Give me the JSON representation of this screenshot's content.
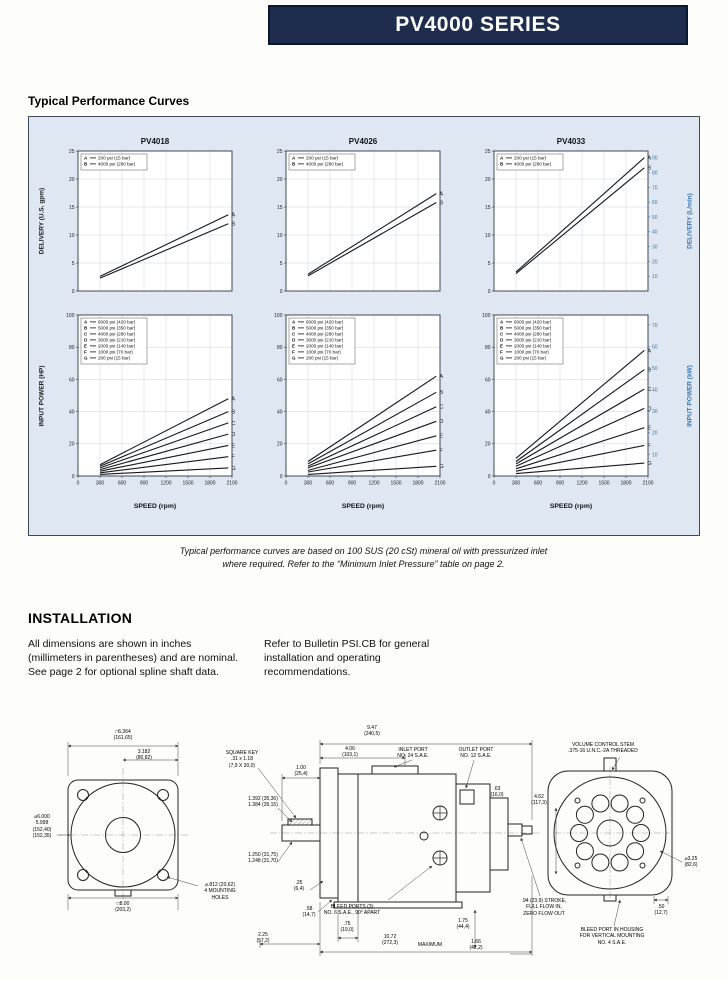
{
  "banner": {
    "title": "PV4000 SERIES"
  },
  "sections": {
    "curves_heading": "Typical Performance Curves",
    "caption_line1": "Typical performance curves are based on 100 SUS (20 cSt) mineral oil with pressurized inlet",
    "caption_line2": "where required. Refer to the “Minimum Inlet Pressure” table on page 2.",
    "installation_heading": "INSTALLATION",
    "installation_left": "All dimensions are shown in inches (millimeters in parentheses) and are nominal. See page 2 for optional spline shaft data.",
    "installation_right": "Refer to Bulletin PSI.CB for general installation and operating recommendations."
  },
  "axes": {
    "delivery_left": "DELIVERY (U.S. gpm)",
    "delivery_right": "DELIVERY (L/min)",
    "power_left": "INPUT POWER (HP)",
    "power_right": "INPUT POWER (kW)",
    "xlabel": "SPEED (rpm)"
  },
  "chart_data": [
    {
      "type": "line",
      "model": "PV4018",
      "panel": "delivery",
      "title": "PV4018",
      "xlabel": "SPEED (rpm)",
      "ylabel_left": "DELIVERY (U.S. gpm)",
      "ylabel_right": "DELIVERY (L/min)",
      "xlim": [
        0,
        2100
      ],
      "ylim": [
        0,
        25
      ],
      "x_ticks": [
        0,
        300,
        600,
        900,
        1200,
        1500,
        1800,
        2100
      ],
      "y_ticks": [
        0,
        5,
        10,
        15,
        20,
        25
      ],
      "right_ticks": [
        10,
        20,
        30,
        40,
        50,
        60,
        70,
        80,
        90
      ],
      "right_max": 94.6,
      "legend": [
        {
          "key": "A",
          "label": "200 psi (15 bar)"
        },
        {
          "key": "B",
          "label": "4000 psi (280 bar)"
        }
      ],
      "series": [
        {
          "name": "A",
          "x": [
            300,
            2050
          ],
          "y": [
            2.6,
            13.6
          ]
        },
        {
          "name": "B",
          "x": [
            300,
            2050
          ],
          "y": [
            2.3,
            12.0
          ]
        }
      ]
    },
    {
      "type": "line",
      "model": "PV4026",
      "panel": "delivery",
      "title": "PV4026",
      "xlabel": "SPEED (rpm)",
      "ylabel_left": "DELIVERY (U.S. gpm)",
      "ylabel_right": "DELIVERY (L/min)",
      "xlim": [
        0,
        2100
      ],
      "ylim": [
        0,
        25
      ],
      "x_ticks": [
        0,
        300,
        600,
        900,
        1200,
        1500,
        1800,
        2100
      ],
      "y_ticks": [
        0,
        5,
        10,
        15,
        20,
        25
      ],
      "right_ticks": [
        10,
        20,
        30,
        40,
        50,
        60,
        70,
        80,
        90
      ],
      "right_max": 94.6,
      "legend": [
        {
          "key": "A",
          "label": "200 psi (15 bar)"
        },
        {
          "key": "B",
          "label": "4000 psi (280 bar)"
        }
      ],
      "series": [
        {
          "name": "A",
          "x": [
            300,
            2050
          ],
          "y": [
            3.0,
            17.4
          ]
        },
        {
          "name": "B",
          "x": [
            300,
            2050
          ],
          "y": [
            2.7,
            15.8
          ]
        }
      ]
    },
    {
      "type": "line",
      "model": "PV4033",
      "panel": "delivery",
      "title": "PV4033",
      "xlabel": "SPEED (rpm)",
      "ylabel_left": "DELIVERY (U.S. gpm)",
      "ylabel_right": "DELIVERY (L/min)",
      "xlim": [
        0,
        2100
      ],
      "ylim": [
        0,
        25
      ],
      "x_ticks": [
        0,
        300,
        600,
        900,
        1200,
        1500,
        1800,
        2100
      ],
      "y_ticks": [
        0,
        5,
        10,
        15,
        20,
        25
      ],
      "right_ticks": [
        10,
        20,
        30,
        40,
        50,
        60,
        70,
        80,
        90
      ],
      "right_max": 94.6,
      "legend": [
        {
          "key": "A",
          "label": "200 psi (15 bar)"
        },
        {
          "key": "B",
          "label": "4000 psi (280 bar)"
        }
      ],
      "series": [
        {
          "name": "A",
          "x": [
            300,
            2050
          ],
          "y": [
            3.4,
            23.8
          ]
        },
        {
          "name": "B",
          "x": [
            300,
            2050
          ],
          "y": [
            3.1,
            22.0
          ]
        }
      ]
    },
    {
      "type": "line",
      "model": "PV4018",
      "panel": "power",
      "xlabel": "SPEED (rpm)",
      "ylabel_left": "INPUT POWER (HP)",
      "ylabel_right": "INPUT POWER (kW)",
      "xlim": [
        0,
        2100
      ],
      "ylim": [
        0,
        100
      ],
      "x_ticks": [
        0,
        300,
        600,
        900,
        1200,
        1500,
        1800,
        2100
      ],
      "y_ticks": [
        0,
        20,
        40,
        60,
        80,
        100
      ],
      "right_ticks": [
        10,
        20,
        30,
        40,
        50,
        60,
        70
      ],
      "right_max": 74.6,
      "legend": [
        {
          "key": "A",
          "label": "6000 psi (420 bar)"
        },
        {
          "key": "B",
          "label": "5000 psi (350 bar)"
        },
        {
          "key": "C",
          "label": "4000 psi (280 bar)"
        },
        {
          "key": "D",
          "label": "3000 psi (210 bar)"
        },
        {
          "key": "E",
          "label": "2000 psi (140 bar)"
        },
        {
          "key": "F",
          "label": "1000 psi (70 bar)"
        },
        {
          "key": "G",
          "label": "200 psi (15 bar)"
        }
      ],
      "series": [
        {
          "name": "A",
          "x": [
            300,
            2050
          ],
          "y": [
            7,
            48
          ]
        },
        {
          "name": "B",
          "x": [
            300,
            2050
          ],
          "y": [
            6,
            40
          ]
        },
        {
          "name": "C",
          "x": [
            300,
            2050
          ],
          "y": [
            5,
            33
          ]
        },
        {
          "name": "D",
          "x": [
            300,
            2050
          ],
          "y": [
            4,
            26
          ]
        },
        {
          "name": "E",
          "x": [
            300,
            2050
          ],
          "y": [
            3,
            19
          ]
        },
        {
          "name": "F",
          "x": [
            300,
            2050
          ],
          "y": [
            2,
            12
          ]
        },
        {
          "name": "G",
          "x": [
            300,
            2050
          ],
          "y": [
            1,
            5
          ]
        }
      ]
    },
    {
      "type": "line",
      "model": "PV4026",
      "panel": "power",
      "xlabel": "SPEED (rpm)",
      "ylabel_left": "INPUT POWER (HP)",
      "ylabel_right": "INPUT POWER (kW)",
      "xlim": [
        0,
        2100
      ],
      "ylim": [
        0,
        100
      ],
      "x_ticks": [
        0,
        300,
        600,
        900,
        1200,
        1500,
        1800,
        2100
      ],
      "y_ticks": [
        0,
        20,
        40,
        60,
        80,
        100
      ],
      "right_ticks": [
        10,
        20,
        30,
        40,
        50,
        60,
        70
      ],
      "right_max": 74.6,
      "legend": [
        {
          "key": "A",
          "label": "6000 psi (420 bar)"
        },
        {
          "key": "B",
          "label": "5000 psi (350 bar)"
        },
        {
          "key": "C",
          "label": "4000 psi (280 bar)"
        },
        {
          "key": "D",
          "label": "3000 psi (210 bar)"
        },
        {
          "key": "E",
          "label": "2000 psi (140 bar)"
        },
        {
          "key": "F",
          "label": "1000 psi (70 bar)"
        },
        {
          "key": "G",
          "label": "200 psi (15 bar)"
        }
      ],
      "series": [
        {
          "name": "A",
          "x": [
            300,
            2050
          ],
          "y": [
            9,
            62
          ]
        },
        {
          "name": "B",
          "x": [
            300,
            2050
          ],
          "y": [
            7.5,
            52
          ]
        },
        {
          "name": "C",
          "x": [
            300,
            2050
          ],
          "y": [
            6,
            43
          ]
        },
        {
          "name": "D",
          "x": [
            300,
            2050
          ],
          "y": [
            5,
            34
          ]
        },
        {
          "name": "E",
          "x": [
            300,
            2050
          ],
          "y": [
            3.5,
            25
          ]
        },
        {
          "name": "F",
          "x": [
            300,
            2050
          ],
          "y": [
            2.5,
            16
          ]
        },
        {
          "name": "G",
          "x": [
            300,
            2050
          ],
          "y": [
            1,
            6
          ]
        }
      ]
    },
    {
      "type": "line",
      "model": "PV4033",
      "panel": "power",
      "xlabel": "SPEED (rpm)",
      "ylabel_left": "INPUT POWER (HP)",
      "ylabel_right": "INPUT POWER (kW)",
      "xlim": [
        0,
        2100
      ],
      "ylim": [
        0,
        100
      ],
      "x_ticks": [
        0,
        300,
        600,
        900,
        1200,
        1500,
        1800,
        2100
      ],
      "y_ticks": [
        0,
        20,
        40,
        60,
        80,
        100
      ],
      "right_ticks": [
        10,
        20,
        30,
        40,
        50,
        60,
        70
      ],
      "right_max": 74.6,
      "legend": [
        {
          "key": "A",
          "label": "6000 psi (420 bar)"
        },
        {
          "key": "B",
          "label": "5000 psi (350 bar)"
        },
        {
          "key": "C",
          "label": "4000 psi (280 bar)"
        },
        {
          "key": "D",
          "label": "3000 psi (210 bar)"
        },
        {
          "key": "E",
          "label": "2000 psi (140 bar)"
        },
        {
          "key": "F",
          "label": "1000 psi (70 bar)"
        },
        {
          "key": "G",
          "label": "200 psi (15 bar)"
        }
      ],
      "series": [
        {
          "name": "A",
          "x": [
            300,
            2050
          ],
          "y": [
            11,
            78
          ]
        },
        {
          "name": "B",
          "x": [
            300,
            2050
          ],
          "y": [
            9,
            66
          ]
        },
        {
          "name": "C",
          "x": [
            300,
            2050
          ],
          "y": [
            7.5,
            54
          ]
        },
        {
          "name": "D",
          "x": [
            300,
            2050
          ],
          "y": [
            6,
            42
          ]
        },
        {
          "name": "E",
          "x": [
            300,
            2050
          ],
          "y": [
            4.5,
            30
          ]
        },
        {
          "name": "F",
          "x": [
            300,
            2050
          ],
          "y": [
            3,
            19
          ]
        },
        {
          "name": "G",
          "x": [
            300,
            2050
          ],
          "y": [
            1.5,
            8
          ]
        }
      ]
    }
  ],
  "drawing": {
    "labels": {
      "flange_width": [
        "□6.364",
        "(161,65)"
      ],
      "flange_half": [
        "3.182",
        "(80,82)"
      ],
      "flange_bore": [
        "⌀6.000",
        "5.998",
        "(152,40)",
        "(152,35)"
      ],
      "mounting_holes": [
        "⌀.812 (20,62)",
        "4 MOUNTING",
        "HOLES"
      ],
      "flange_square": [
        "□8.00",
        "(203,2)"
      ],
      "square_key": [
        "SQUARE KEY",
        ".31 x 1.18",
        "(7,9 X 30,0)"
      ],
      "dim_100": [
        "1.00",
        "(25,4)"
      ],
      "dim_406": [
        "4.06",
        "(103,1)"
      ],
      "dim_947": [
        "9.47",
        "(240,5)"
      ],
      "inlet_port": [
        "INLET PORT",
        "NO. 24 S.A.E."
      ],
      "outlet_port": [
        "OUTLET PORT",
        "NO. 12 S.A.E."
      ],
      "dim_1392": [
        "1.392 (35,36)",
        "1.384 (35,15)"
      ],
      "dim_1250": [
        "1.250 (31,75)",
        "1.248 (31,70)"
      ],
      "dim_63": [
        ".63",
        "(16,0)"
      ],
      "dim_462": [
        "4.62",
        "(117,3)"
      ],
      "bleed_ports": [
        "BLEED PORTS (3)",
        "NO. 6 S.A.E., 90° APART"
      ],
      "dim_25": [
        ".25",
        "(6,4)"
      ],
      "dim_58": [
        ".58",
        "(14,7)"
      ],
      "dim_225": [
        "2.25",
        "(57,2)"
      ],
      "dim_75": [
        ".75",
        "(19,0)"
      ],
      "dim_1072": [
        "10.72",
        "(272,3)"
      ],
      "maximum": [
        "MAXIMUM"
      ],
      "dim_175": [
        "1.75",
        "(44,4)"
      ],
      "dim_166": [
        "1.66",
        "(42,2)"
      ],
      "stroke_note": [
        ".94 (23,9) STROKE,",
        "FULL FLOW IN,",
        "ZERO FLOW OUT"
      ],
      "volume_stem": [
        "VOLUME CONTROL STEM",
        ".375-16 U.N.C.-2A THREADED"
      ],
      "dim_325": [
        "⌀3.25",
        "(82,6)"
      ],
      "dim_50": [
        ".50",
        "(12,7)"
      ],
      "bleed_housing": [
        "BLEED PORT IN HOUSING",
        "FOR VERTICAL MOUNTING",
        "NO. 4 S.A.E."
      ]
    }
  }
}
